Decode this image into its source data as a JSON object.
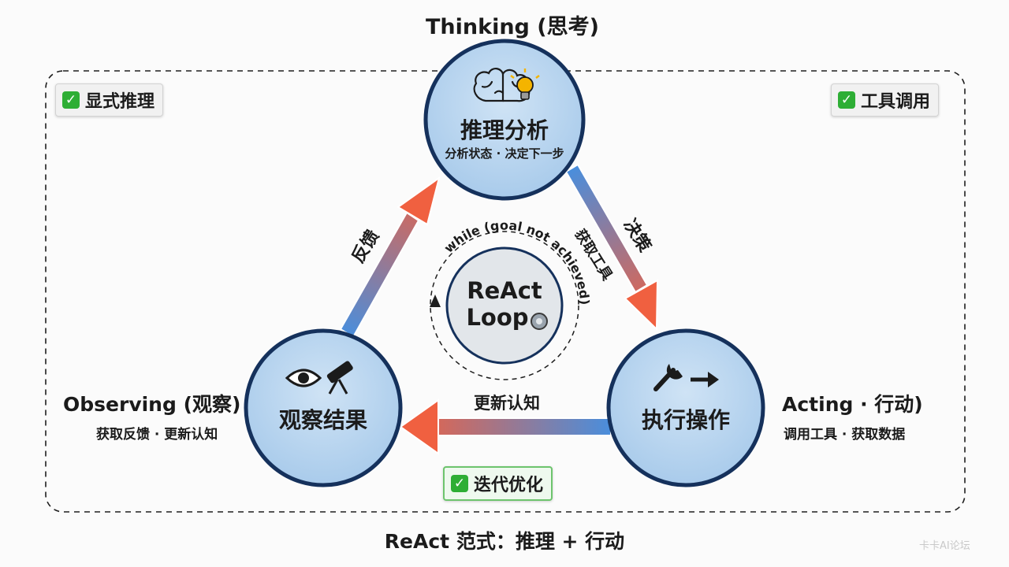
{
  "title_top": "Thinking (思考)",
  "badges": {
    "explicit_reasoning": "显式推理",
    "tool_calling": "工具调用",
    "iterative_optimization": "迭代优化"
  },
  "nodes": {
    "thinking": {
      "title": "推理分析",
      "subtitle": "分析状态 · 决定下一步"
    },
    "acting": {
      "title": "执行操作"
    },
    "observing": {
      "title": "观察结果"
    }
  },
  "side_labels": {
    "acting_title": "Acting · 行动)",
    "acting_sub": "调用工具 · 获取数据",
    "observing_title": "Observing (观察)",
    "observing_sub": "获取反馈 · 更新认知"
  },
  "edges": {
    "thinking_to_acting": "决策",
    "thinking_to_acting_inner": "获取工具",
    "acting_to_observing": "更新认知",
    "observing_to_thinking": "反馈"
  },
  "center": {
    "loop_condition": "while (goal not achieved)",
    "line1": "ReAct",
    "line2": "Loop"
  },
  "bottom_caption": "ReAct 范式：推理 + 行动",
  "watermark": "卡卡AI论坛",
  "icons": {
    "thinking": [
      "brain-icon",
      "lightbulb-icon"
    ],
    "acting": [
      "wrench-icon",
      "arrow-right-icon"
    ],
    "observing": [
      "eye-icon",
      "telescope-icon"
    ],
    "center": "loop-gear-icon",
    "badge": "check-icon"
  },
  "colors": {
    "node_fill": "#bcd8f0",
    "node_border": "#15315c",
    "arrow_blue": "#4a8edc",
    "arrow_red": "#f06040",
    "check_green": "#2eae35",
    "center_fill": "#e2e6ea"
  }
}
